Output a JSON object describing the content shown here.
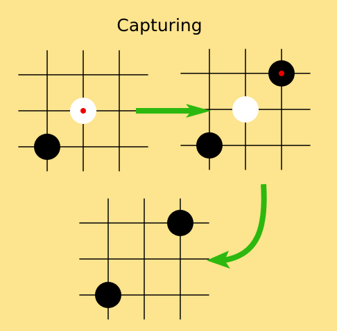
{
  "title": "Capturing",
  "colors": {
    "background": "#fde48e",
    "grid_line": "#000000",
    "black_stone": "#000000",
    "white_stone": "#ffffff",
    "last_move_marker": "#ee0000",
    "arrow": "#2cb80f"
  },
  "panels": [
    {
      "id": "before",
      "stones": [
        {
          "color": "white",
          "col": 2,
          "row": 2,
          "marked": true
        },
        {
          "color": "black",
          "col": 1,
          "row": 3,
          "marked": false
        }
      ]
    },
    {
      "id": "black-plays",
      "stones": [
        {
          "color": "black",
          "col": 3,
          "row": 1,
          "marked": true
        },
        {
          "color": "white",
          "col": 2,
          "row": 2,
          "marked": false
        },
        {
          "color": "black",
          "col": 1,
          "row": 3,
          "marked": false
        }
      ]
    },
    {
      "id": "after-capture",
      "stones": [
        {
          "color": "black",
          "col": 3,
          "row": 1,
          "marked": false
        },
        {
          "color": "black",
          "col": 1,
          "row": 3,
          "marked": false
        }
      ]
    }
  ],
  "arrows": [
    {
      "id": "arrow-right",
      "icon": "right-arrow-icon"
    },
    {
      "id": "arrow-curved",
      "icon": "curved-arrow-icon"
    }
  ]
}
